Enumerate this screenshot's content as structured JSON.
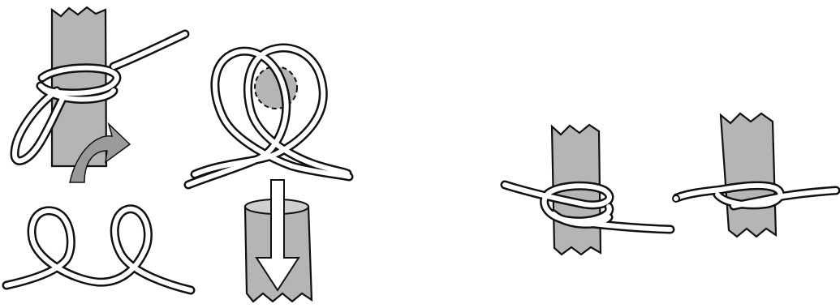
{
  "figure": {
    "panels": [
      {
        "id": "wrap-around-post",
        "icon": "rope-wrap-icon"
      },
      {
        "id": "two-loops",
        "icon": "rope-loops-icon"
      },
      {
        "id": "stacked-loops-with-down-arrow",
        "icon": "loop-stack-icon"
      },
      {
        "id": "tie-around-post",
        "icon": "knot-icon"
      },
      {
        "id": "finished-clove-hitch",
        "icon": "clove-hitch-icon"
      }
    ],
    "colors": {
      "post": "#b5b5b5",
      "outline": "#111111",
      "rope": "#ffffff",
      "arrow_grey": "#9a9a9a"
    }
  }
}
